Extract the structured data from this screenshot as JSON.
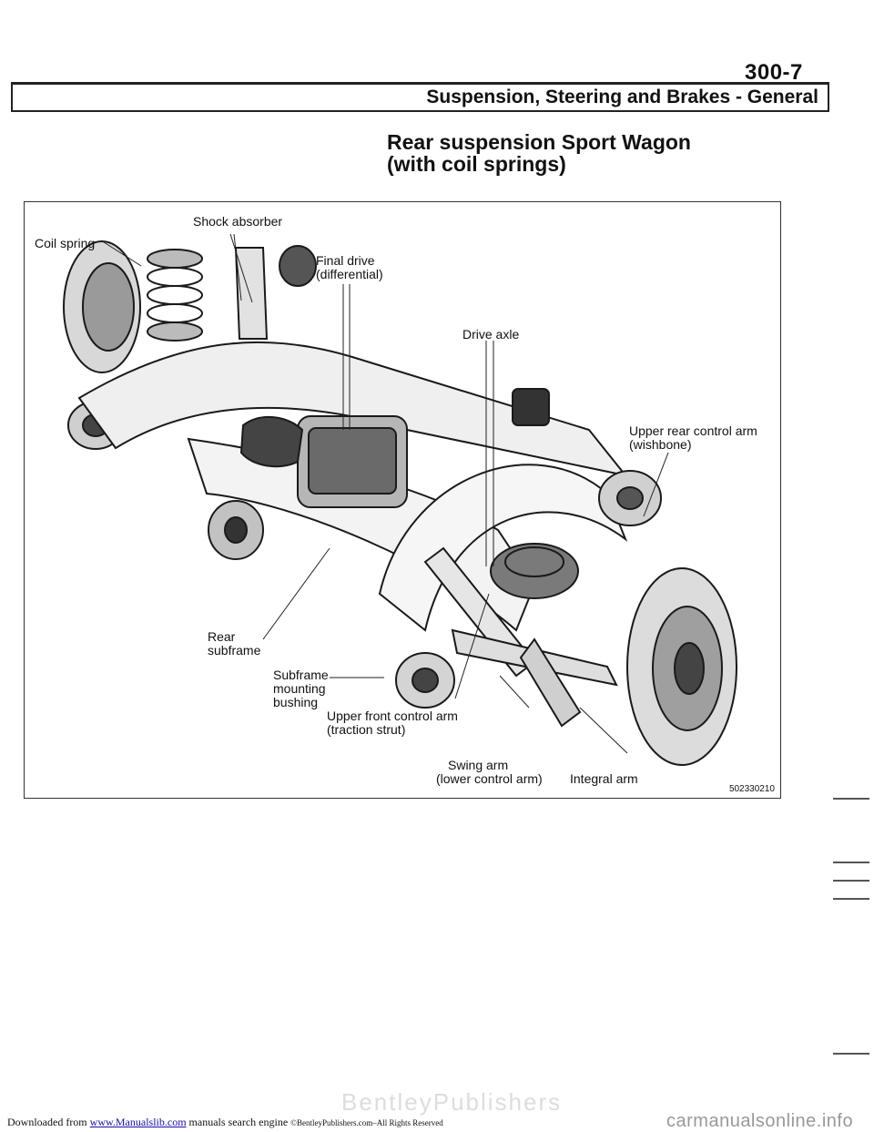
{
  "page": {
    "number": "300-7",
    "header_title": "Suspension, Steering and Brakes - General",
    "section_title": [
      "Rear suspension Sport Wagon",
      "(with coil springs)"
    ]
  },
  "figure": {
    "labels": {
      "shock_absorber": "Shock absorber",
      "coil_spring": "Coil spring",
      "final_drive": [
        "Final drive",
        "(differential)"
      ],
      "drive_axle": "Drive axle",
      "upper_rear_control_arm": [
        "Upper rear control arm",
        "(wishbone)"
      ],
      "rear_subframe": [
        "Rear",
        "subframe"
      ],
      "subframe_mounting_bushing": [
        "Subframe",
        "mounting",
        "bushing"
      ],
      "upper_front_control_arm": [
        "Upper front control arm",
        "(traction strut)"
      ],
      "swing_arm": [
        "Swing arm",
        "(lower control arm)"
      ],
      "integral_arm": "Integral arm"
    },
    "figure_id": "502330210"
  },
  "footer": {
    "prefix": "Downloaded from ",
    "link": "www.Manualslib.com",
    "suffix": " manuals search engine ",
    "copyright": "©BentleyPublishers.com–All Rights Reserved",
    "right": "carmanualsonline.info",
    "watermark": "BentleyPublishers"
  }
}
